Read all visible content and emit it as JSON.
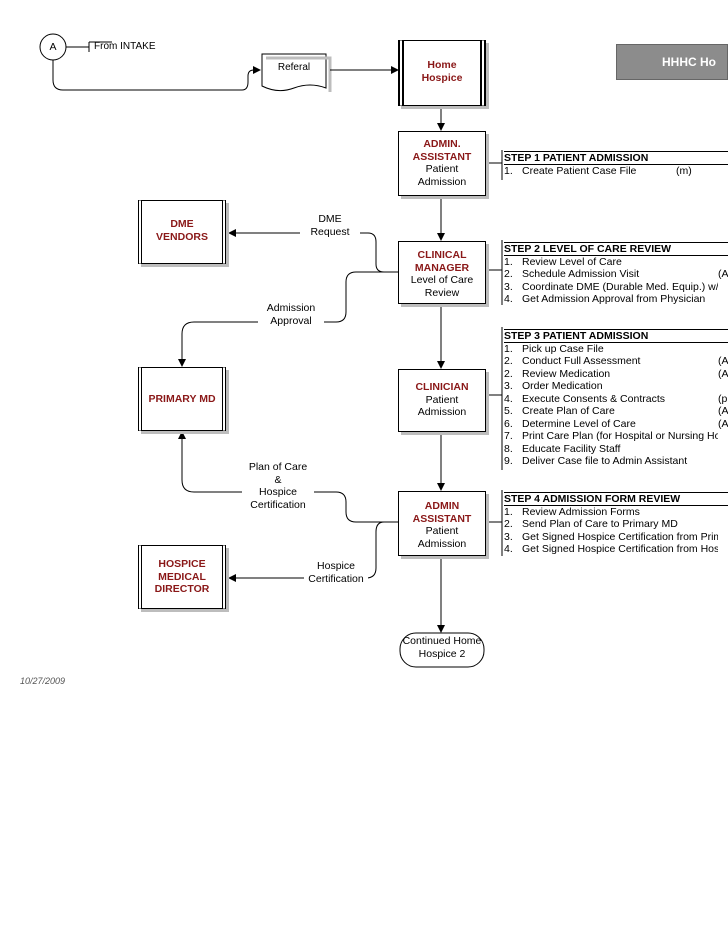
{
  "connector": {
    "label": "A",
    "note": "From INTAKE"
  },
  "referral": {
    "label": "Referal"
  },
  "title_banner": {
    "text": "HHHC Ho"
  },
  "home_hospice": {
    "line1": "Home",
    "line2": "Hospice"
  },
  "admin_assistant_1": {
    "line1": "ADMIN.",
    "line2": "ASSISTANT",
    "line3": "Patient",
    "line4": "Admission"
  },
  "clinical_manager": {
    "line1": "CLINICAL",
    "line2": "MANAGER",
    "line3": "Level of Care",
    "line4": "Review"
  },
  "clinician": {
    "line1": "CLINICIAN",
    "line2": "Patient",
    "line3": "Admission"
  },
  "admin_assistant_2": {
    "line1": "ADMIN",
    "line2": "ASSISTANT",
    "line3": "Patient",
    "line4": "Admission"
  },
  "terminator": {
    "line1": "Continued Home",
    "line2": "Hospice 2"
  },
  "dme_vendors": {
    "line1": "DME",
    "line2": "VENDORS"
  },
  "primary_md": {
    "label": "PRIMARY MD"
  },
  "hospice_director": {
    "line1": "HOSPICE",
    "line2": "MEDICAL",
    "line3": "DIRECTOR"
  },
  "flow_labels": {
    "dme_request_1": "DME",
    "dme_request_2": "Request",
    "admission_approval_1": "Admission",
    "admission_approval_2": "Approval",
    "plan_1": "Plan of Care",
    "plan_2": "&",
    "plan_3": "Hospice",
    "plan_4": "Certification",
    "hospice_cert_1": "Hospice",
    "hospice_cert_2": "Certification"
  },
  "step1": {
    "title": "STEP 1 PATIENT ADMISSION",
    "items": [
      {
        "num": "1.",
        "label": "Create Patient Case File",
        "code": "(m)"
      }
    ]
  },
  "step2": {
    "title": "STEP 2 LEVEL OF CARE REVIEW",
    "items": [
      {
        "num": "1.",
        "label": "Review Level of Care",
        "code": ""
      },
      {
        "num": "2.",
        "label": "Schedule Admission Visit",
        "code": "(A"
      },
      {
        "num": "3.",
        "label": "Coordinate DME (Durable Med. Equip.) w/V",
        "code": ""
      },
      {
        "num": "4.",
        "label": "Get Admission Approval from Physician",
        "code": ""
      }
    ]
  },
  "step3": {
    "title": "STEP 3  PATIENT ADMISSION",
    "items": [
      {
        "num": "1.",
        "label": "Pick up Case File",
        "code": ""
      },
      {
        "num": "2.",
        "label": "Conduct Full Assessment",
        "code": "(A"
      },
      {
        "num": "2.",
        "label": "Review Medication",
        "code": "(A"
      },
      {
        "num": "3.",
        "label": "Order Medication",
        "code": ""
      },
      {
        "num": "4.",
        "label": "Execute Consents & Contracts",
        "code": "(p"
      },
      {
        "num": "5.",
        "label": "Create Plan of Care",
        "code": "(A"
      },
      {
        "num": "6.",
        "label": "Determine Level of Care",
        "code": "(A"
      },
      {
        "num": "7.",
        "label": "Print Care Plan (for Hospital or Nursing Hor",
        "code": ""
      },
      {
        "num": "8.",
        "label": "Educate Facility Staff",
        "code": ""
      },
      {
        "num": "9.",
        "label": "Deliver Case file to Admin Assistant",
        "code": ""
      }
    ]
  },
  "step4": {
    "title": "STEP 4 ADMISSION FORM REVIEW",
    "items": [
      {
        "num": "1.",
        "label": "Review Admission Forms",
        "code": ""
      },
      {
        "num": "2.",
        "label": "Send Plan of Care to Primary MD",
        "code": ""
      },
      {
        "num": "3.",
        "label": "Get Signed Hospice Certification from Prim",
        "code": ""
      },
      {
        "num": "4.",
        "label": "Get Signed Hospice Certification from Hosp",
        "code": ""
      }
    ]
  },
  "footer_date": "10/27/2009"
}
